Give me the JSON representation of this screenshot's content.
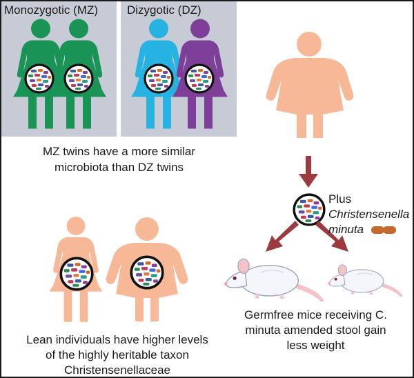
{
  "panels": {
    "mz_title": "Monozygotic (MZ)",
    "dz_title": "Dizygotic (DZ)",
    "twins_caption_line1": "MZ twins have a more similar",
    "twins_caption_line2": "microbiota than DZ twins"
  },
  "experiment": {
    "plus_label": "Plus",
    "species_line1": "Christensenella",
    "species_line2": "minuta",
    "mice_caption_line1": "Germfree mice receiving C.",
    "mice_caption_line2": "minuta amended stool gain",
    "mice_caption_line3": "less weight"
  },
  "lean": {
    "caption_line1": "Lean individuals have higher levels",
    "caption_line2": "of the highly heritable taxon",
    "caption_line3": "Christensenellaceae"
  },
  "colors": {
    "frame": "#1a1a1a",
    "panel_bg": "#c7cbd6",
    "mz_figure": "#1a9356",
    "dz_figure_left": "#27b3e2",
    "dz_figure_right": "#7d3f97",
    "peach_figure": "#f7b898",
    "arrow": "#9b3a3f",
    "bacterium_brown": "#c46a2c"
  }
}
